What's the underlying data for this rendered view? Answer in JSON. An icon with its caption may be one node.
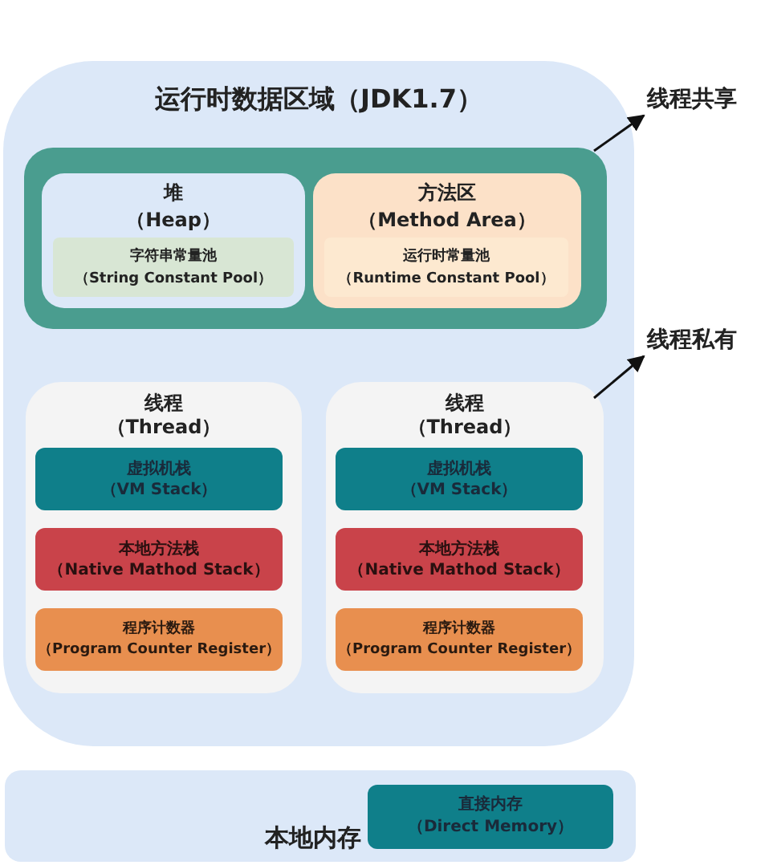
{
  "diagram": {
    "nodes": [
      {
        "text": [
          "运行时数据区域（JDK1.7）"
        ]
      },
      {
        "text": [],
        "shape": "box",
        "in": 0
      },
      {
        "text": [
          "堆（Heap）"
        ],
        "in": 1
      },
      {
        "text": [
          "字符串常量池（String Constant Pool）"
        ],
        "in": 2
      },
      {
        "text": [
          "方法区（Method Area）"
        ],
        "in": 1
      },
      {
        "text": [
          "运行时常量池（Runtime Constant Pool）"
        ],
        "in": 4
      },
      {
        "text": [
          "线程（Thread）"
        ],
        "in": 0
      },
      {
        "text": [
          "虚拟机栈（VM Stack）"
        ],
        "in": 6
      },
      {
        "text": [
          "本地方法栈（Native Mathod Stack）"
        ],
        "in": 6
      },
      {
        "text": [
          "程序计数器（Program Counter Register）"
        ],
        "in": 6
      },
      {
        "text": [
          "线程（Thread）"
        ],
        "in": 0
      },
      {
        "text": [
          "虚拟机栈（VM Stack）"
        ],
        "in": 10
      },
      {
        "text": [
          "本地方法栈（Native Mathod Stack）"
        ],
        "in": 10
      },
      {
        "text": [
          "程序计数器（Program Counter Register）"
        ],
        "in": 10
      },
      {
        "text": [
          "本地内存"
        ]
      },
      {
        "text": [
          "直接内存（Direct Memory）"
        ],
        "in": 14
      },
      {
        "text": [
          "线程共享"
        ]
      },
      {
        "text": [
          "线程私有"
        ]
      }
    ],
    "edges": [
      {
        "from": 1,
        "to": 16,
        "arrow": "to"
      },
      {
        "from": 10,
        "to": 17,
        "arrow": "to"
      }
    ]
  }
}
